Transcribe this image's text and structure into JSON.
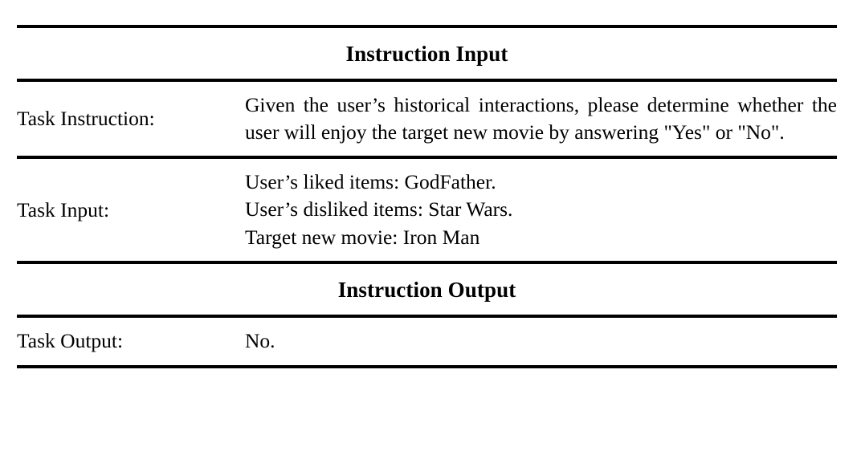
{
  "document": {
    "type": "instruction-example-table",
    "sections": [
      {
        "header": "Instruction Input",
        "rows": [
          {
            "label": "Task Instruction:",
            "justified": true,
            "text": "Given the user’s historical interactions, please determine whether the user will enjoy the target new movie by answering \"Yes\" or \"No\"."
          },
          {
            "label": "Task Input:",
            "justified": false,
            "lines": [
              "User’s liked items: GodFather.",
              "User’s disliked items: Star Wars.",
              "Target new movie: Iron Man"
            ]
          }
        ]
      },
      {
        "header": "Instruction Output",
        "rows": [
          {
            "label": "Task Output:",
            "justified": false,
            "lines": [
              "No."
            ]
          }
        ]
      }
    ]
  },
  "colors": {
    "text": "#000000",
    "rule": "#000000",
    "background": "#ffffff"
  }
}
